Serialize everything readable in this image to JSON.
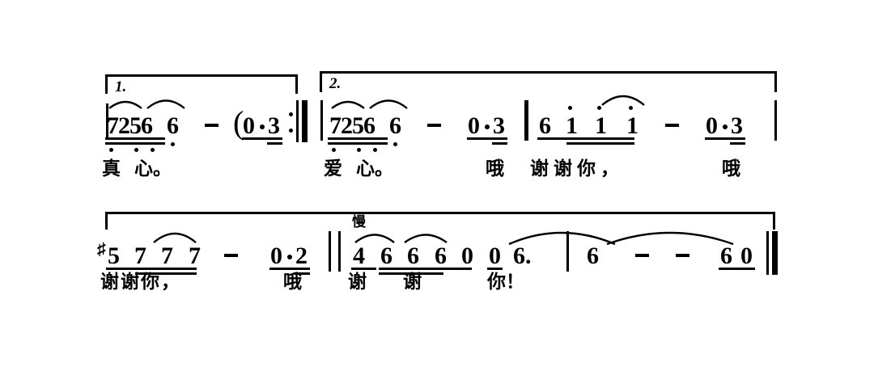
{
  "document": {
    "type": "jianpu-numbered-musical-notation",
    "language": "zh",
    "background_color": "#ffffff",
    "ink_color": "#000000"
  },
  "systems": [
    {
      "index": 1,
      "measures": [
        {
          "id": "m1",
          "ending": {
            "label": "1.",
            "bracket": true
          },
          "notes": [
            {
              "value": "7",
              "octave": "low",
              "beams": 2
            },
            {
              "value": "2",
              "octave": "low",
              "beams": 2
            },
            {
              "value": "5",
              "octave": "low",
              "beams": 2
            },
            {
              "value": "6",
              "octave": "low",
              "beams": 2
            },
            {
              "value": "6",
              "octave": "low",
              "beams": 0
            },
            {
              "value": "-",
              "octave": "none",
              "beams": 0
            },
            {
              "value": "0",
              "octave": "none",
              "beams": 1,
              "paren": true
            },
            {
              "value": "3",
              "octave": "none",
              "beams": 2
            }
          ],
          "slurs": 2,
          "lyrics": [
            "真",
            "心",
            "。"
          ],
          "end_barline": "repeat-end"
        },
        {
          "id": "m2",
          "ending": {
            "label": "2.",
            "bracket": true
          },
          "notes": [
            {
              "value": "7",
              "octave": "low",
              "beams": 2
            },
            {
              "value": "2",
              "octave": "low",
              "beams": 2
            },
            {
              "value": "5",
              "octave": "low",
              "beams": 2
            },
            {
              "value": "6",
              "octave": "low",
              "beams": 2
            },
            {
              "value": "6",
              "octave": "low",
              "beams": 0
            },
            {
              "value": "-",
              "octave": "none",
              "beams": 0
            },
            {
              "value": "0",
              "octave": "none",
              "beams": 1
            },
            {
              "value": "3",
              "octave": "none",
              "beams": 2
            }
          ],
          "slurs": 2,
          "lyrics": [
            "爱",
            "心",
            "。"
          ],
          "end_barline": "single"
        },
        {
          "id": "m3",
          "notes": [
            {
              "value": "6",
              "octave": "none",
              "beams": 1
            },
            {
              "value": "1",
              "octave": "high",
              "beams": 1
            },
            {
              "value": "1",
              "octave": "high",
              "beams": 2
            },
            {
              "value": "1",
              "octave": "high",
              "beams": 2
            },
            {
              "value": "-",
              "octave": "none",
              "beams": 0
            },
            {
              "value": "0",
              "octave": "none",
              "beams": 1
            },
            {
              "value": "3",
              "octave": "none",
              "beams": 2
            }
          ],
          "slurs": 1,
          "lyrics": [
            "哦",
            "谢谢你，",
            "哦"
          ],
          "end_barline": "single"
        }
      ]
    },
    {
      "index": 2,
      "measures": [
        {
          "id": "m4",
          "accidental": "#",
          "notes": [
            {
              "value": "5",
              "octave": "none",
              "beams": 1,
              "accidental": "#"
            },
            {
              "value": "7",
              "octave": "none",
              "beams": 1
            },
            {
              "value": "7",
              "octave": "none",
              "beams": 2
            },
            {
              "value": "7",
              "octave": "none",
              "beams": 2
            },
            {
              "value": "-",
              "octave": "none",
              "beams": 0
            },
            {
              "value": "0",
              "octave": "none",
              "beams": 1
            },
            {
              "value": "2",
              "octave": "none",
              "beams": 2
            }
          ],
          "slurs": 1,
          "lyrics": [
            "谢谢你，",
            "哦"
          ],
          "end_barline": "single"
        },
        {
          "id": "m5",
          "tempo_mark": "慢",
          "notes": [
            {
              "value": "4",
              "octave": "none",
              "beams": 1
            },
            {
              "value": "6",
              "octave": "none",
              "beams": 1
            },
            {
              "value": "6",
              "octave": "none",
              "beams": 2
            },
            {
              "value": "6",
              "octave": "none",
              "beams": 2
            },
            {
              "value": "6",
              "octave": "none",
              "beams": 1
            },
            {
              "value": "0",
              "octave": "none",
              "beams": 1
            },
            {
              "value": "0",
              "octave": "none",
              "beams": 1
            },
            {
              "value": "6.",
              "octave": "none",
              "beams": 0,
              "dotted": true
            }
          ],
          "slurs": 3,
          "lyrics": [
            "谢",
            "谢",
            "你！"
          ],
          "end_barline": "single"
        },
        {
          "id": "m6",
          "notes": [
            {
              "value": "6",
              "octave": "none",
              "beams": 0
            },
            {
              "value": "-",
              "octave": "none",
              "beams": 0
            },
            {
              "value": "-",
              "octave": "none",
              "beams": 0
            },
            {
              "value": "6",
              "octave": "none",
              "beams": 1
            },
            {
              "value": "0",
              "octave": "none",
              "beams": 1
            }
          ],
          "slurs": 1,
          "lyrics": [],
          "end_barline": "final"
        }
      ]
    }
  ],
  "text": {
    "ending_1": "1.",
    "ending_2": "2.",
    "tempo_slow": "慢",
    "sharp_sign": "♯",
    "line1": {
      "m1_notes": "7256",
      "m1_note_b": "6",
      "m1_dash": "–",
      "m1_rest": "0",
      "m1_last": "3",
      "m2_notes": "7256",
      "m2_note_b": "6",
      "m2_dash": "–",
      "m2_rest": "0",
      "m2_last": "3",
      "m3_n1": "6",
      "m3_n2": "1",
      "m3_n3": "1",
      "m3_n4": "1",
      "m3_dash": "–",
      "m3_rest": "0",
      "m3_last": "3",
      "lyr_zhen": "真",
      "lyr_xin1": "心。",
      "lyr_ai": "爱",
      "lyr_xin2": "心。",
      "lyr_o1": "哦",
      "lyr_xiexieni1": "谢谢你，",
      "lyr_o2": "哦"
    },
    "line2": {
      "m4_n1": "5",
      "m4_n2": "7",
      "m4_n3": "7",
      "m4_n4": "7",
      "m4_dash": "–",
      "m4_rest": "0",
      "m4_last": "2",
      "m5_n1": "4",
      "m5_n2": "6",
      "m5_n3": "6",
      "m5_n4": "6",
      "m5_n5": "0",
      "m5_n6": "0",
      "m5_n7": "6.",
      "m5_n_extra": "6",
      "m6_n1": "6",
      "m6_dash1": "–",
      "m6_dash2": "–",
      "m6_n2": "6",
      "m6_n3": "0",
      "lyr_xiexieni2": "谢谢你，",
      "lyr_o3": "哦",
      "lyr_xie1": "谢",
      "lyr_xie2": "谢",
      "lyr_ni": "你！"
    }
  }
}
